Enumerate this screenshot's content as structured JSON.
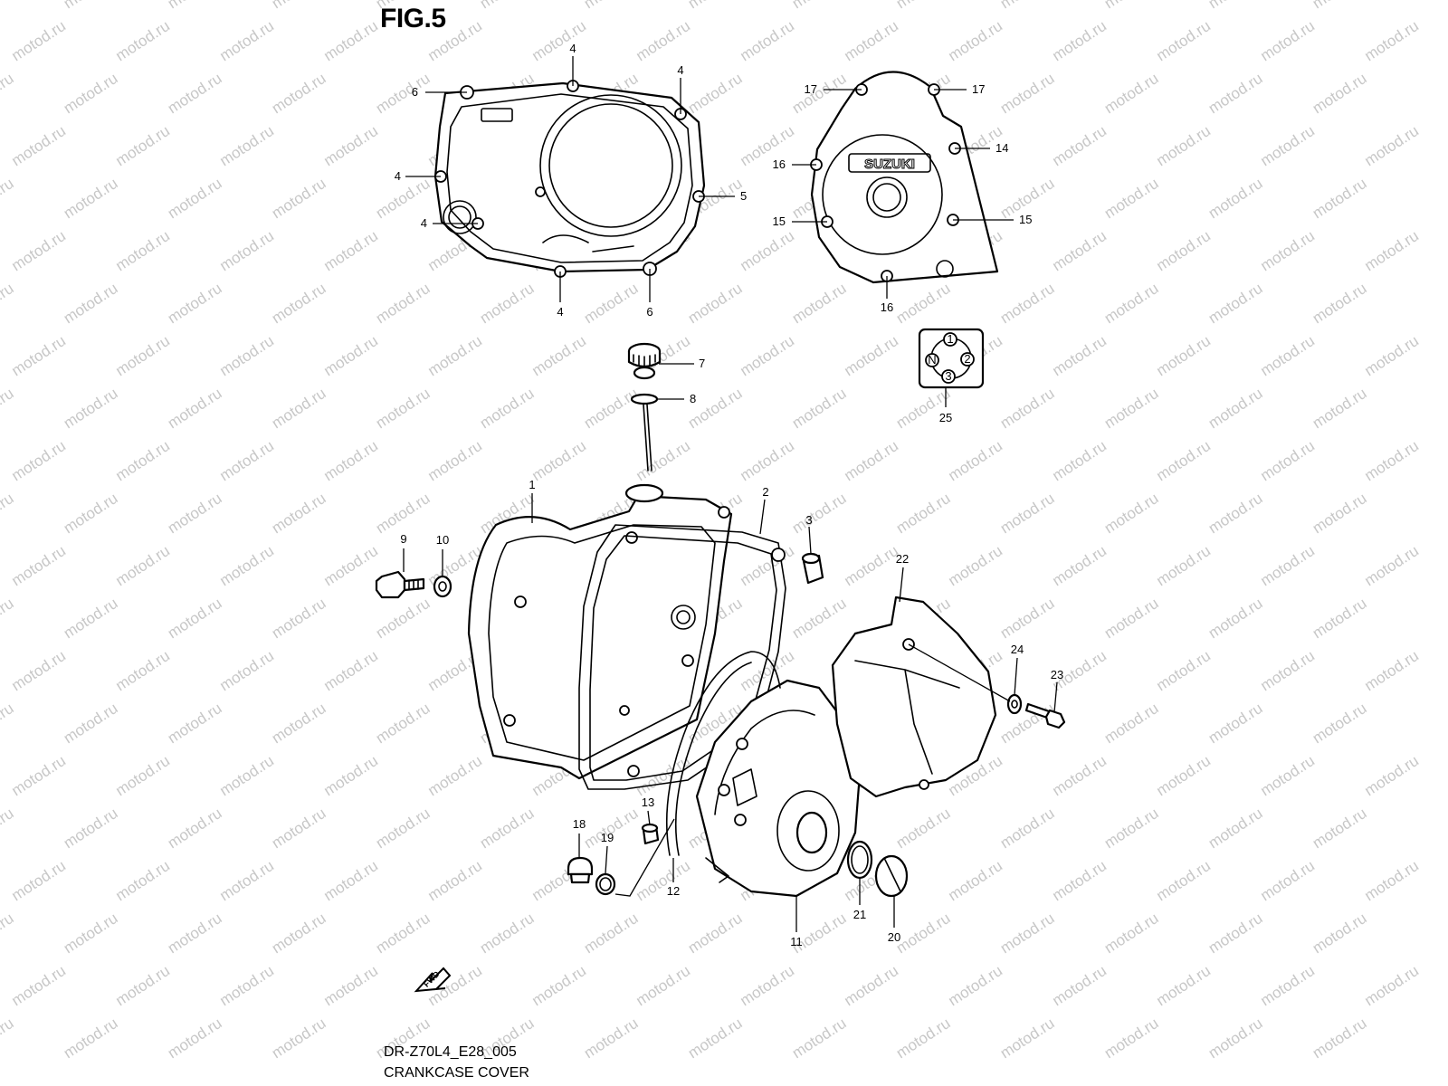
{
  "figure_title": "FIG.5",
  "watermark_text": "motod.ru",
  "brand_label": "SUZUKI",
  "fwd_label": "FWD",
  "footer": {
    "diagram_code": "DR-Z70L4_E28_005",
    "diagram_name": "CRANKCASE COVER"
  },
  "indicator_marks": [
    "N",
    "1",
    "2",
    "3"
  ],
  "callouts": [
    {
      "id": "c4a",
      "label": "4"
    },
    {
      "id": "c4b",
      "label": "4"
    },
    {
      "id": "c6a",
      "label": "6"
    },
    {
      "id": "c4c",
      "label": "4"
    },
    {
      "id": "c5",
      "label": "5"
    },
    {
      "id": "c4d",
      "label": "4"
    },
    {
      "id": "c4e",
      "label": "4"
    },
    {
      "id": "c6b",
      "label": "6"
    },
    {
      "id": "c17a",
      "label": "17"
    },
    {
      "id": "c17b",
      "label": "17"
    },
    {
      "id": "c16a",
      "label": "16"
    },
    {
      "id": "c14",
      "label": "14"
    },
    {
      "id": "c15a",
      "label": "15"
    },
    {
      "id": "c15b",
      "label": "15"
    },
    {
      "id": "c16b",
      "label": "16"
    },
    {
      "id": "c7",
      "label": "7"
    },
    {
      "id": "c8",
      "label": "8"
    },
    {
      "id": "c25",
      "label": "25"
    },
    {
      "id": "c1",
      "label": "1"
    },
    {
      "id": "c2",
      "label": "2"
    },
    {
      "id": "c3",
      "label": "3"
    },
    {
      "id": "c9",
      "label": "9"
    },
    {
      "id": "c10",
      "label": "10"
    },
    {
      "id": "c22",
      "label": "22"
    },
    {
      "id": "c24",
      "label": "24"
    },
    {
      "id": "c23",
      "label": "23"
    },
    {
      "id": "c13",
      "label": "13"
    },
    {
      "id": "c18",
      "label": "18"
    },
    {
      "id": "c19",
      "label": "19"
    },
    {
      "id": "c12",
      "label": "12"
    },
    {
      "id": "c11",
      "label": "11"
    },
    {
      "id": "c21",
      "label": "21"
    },
    {
      "id": "c20",
      "label": "20"
    }
  ]
}
